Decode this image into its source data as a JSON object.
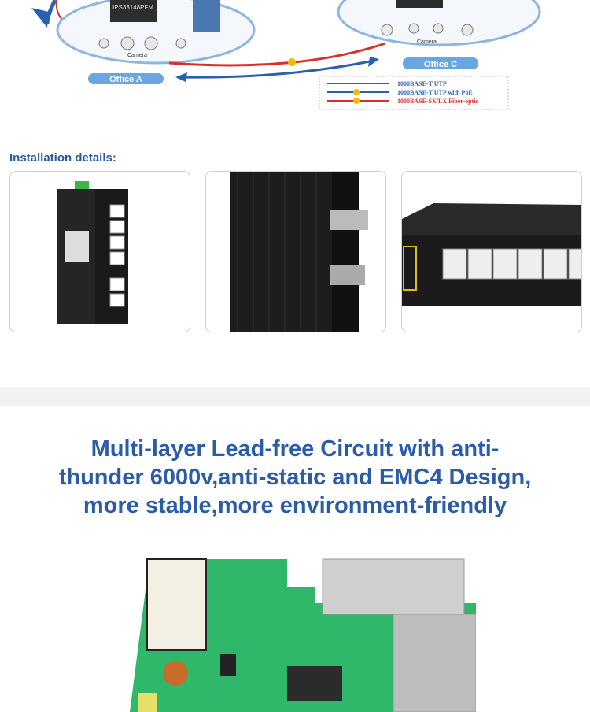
{
  "diagram": {
    "switch_model": "IPS33148PFM",
    "camera_label_a": "Camera",
    "camera_label_c": "Camera",
    "office_a": "Office A",
    "office_c": "Office C",
    "legend": [
      {
        "label": "1000BASE-T UTP",
        "color": "#2b5fb0"
      },
      {
        "label": "1000BASE-T UTP with PoE",
        "color": "#2b5fb0"
      },
      {
        "label": "1000BASE-SX/LX Fiber-optic",
        "color": "#d9302c"
      }
    ]
  },
  "installation": {
    "title": "Installation details:",
    "images": [
      "din-rail-switch-front",
      "din-rail-clip-side",
      "switch-ports-closeup"
    ]
  },
  "feature": {
    "lines": [
      "Multi-layer Lead-free Circuit with anti-",
      "thunder 6000v,anti-static and EMC4 Design,",
      "more stable,more environment-friendly"
    ]
  },
  "colors": {
    "heading": "#2a5ca8",
    "office_badge": "#6aa6e0",
    "fiber": "#d9302c",
    "utp": "#2b5fb0"
  }
}
